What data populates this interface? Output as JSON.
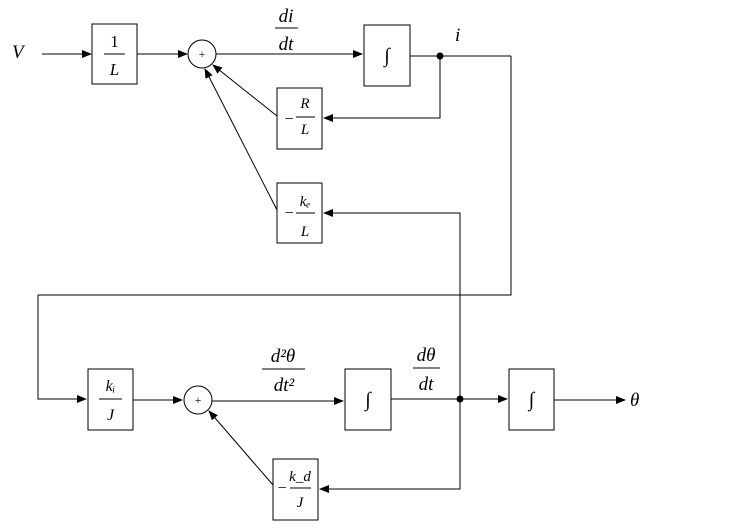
{
  "input_label": "V",
  "output_label": "θ",
  "current_label": "i",
  "signals": {
    "di": "di",
    "dt": "dt",
    "d2theta": "d²θ",
    "dt2": "dt²",
    "dtheta": "dθ",
    "dt_b": "dt"
  },
  "blocks": {
    "inv_L": {
      "num": "1",
      "den": "L"
    },
    "R_over_L": {
      "sign": "−",
      "num": "R",
      "den": "L"
    },
    "ke_over_L": {
      "sign": "−",
      "num": "kₑ",
      "den": "L"
    },
    "ki_over_J": {
      "num": "kᵢ",
      "den": "J"
    },
    "kd_over_J": {
      "sign": "−",
      "num": "k_d",
      "den": "J"
    },
    "integrator": "∫"
  },
  "sum_symbol": "+"
}
